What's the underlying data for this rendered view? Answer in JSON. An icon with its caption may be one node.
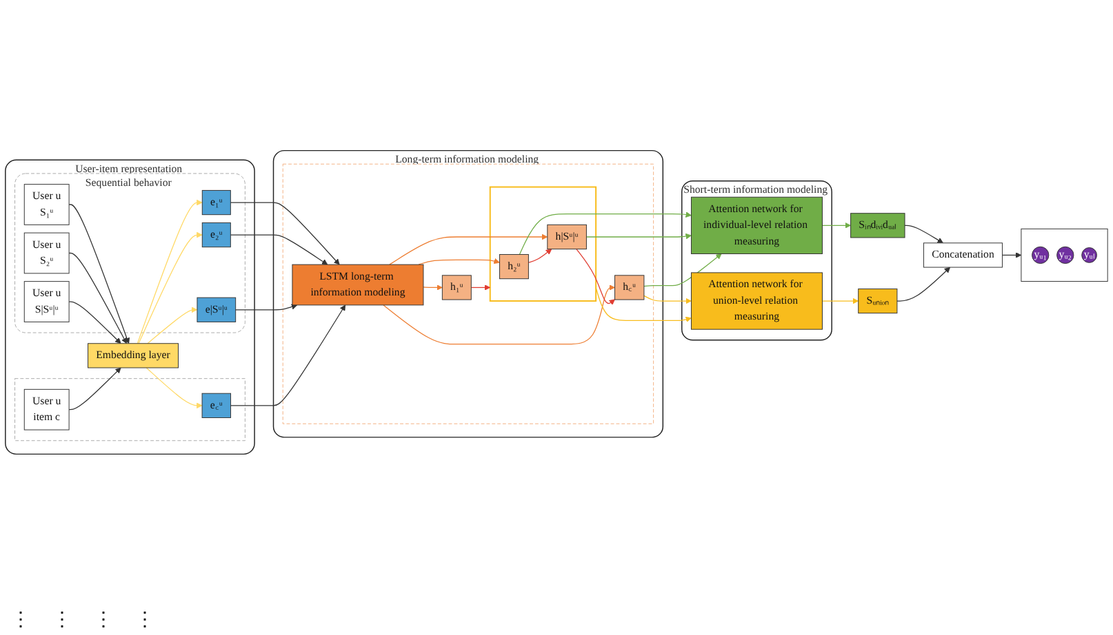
{
  "diagram": {
    "nodes": [
      {
        "text": [
          "User-item representation"
        ]
      },
      {
        "text": [
          "Sequential behavior"
        ],
        "in": 0
      },
      {
        "text": [
          "User u",
          "S₁ᵘ"
        ],
        "in": 1
      },
      {
        "text": [
          "User u",
          "S₂ᵘ"
        ],
        "in": 1
      },
      {
        "text": [
          "User u",
          "S|Sᵘ|ᵘ"
        ],
        "in": 1
      },
      {
        "text": [
          "Embedding layer"
        ],
        "in": 0
      },
      {
        "text": [
          "e₁ᵘ"
        ],
        "in": 1
      },
      {
        "text": [
          "e₂ᵘ"
        ],
        "in": 1
      },
      {
        "text": [
          "e|Sᵘ|ᵘ"
        ],
        "in": 1
      },
      {
        "text": [],
        "shape": "box",
        "in": 0
      },
      {
        "text": [
          "User u",
          "item c"
        ],
        "in": 9
      },
      {
        "text": [
          "e꜀ᵘ"
        ],
        "in": 9
      },
      {
        "text": [
          "Long-term information modeling"
        ]
      },
      {
        "text": [],
        "shape": "box",
        "in": 12
      },
      {
        "text": [
          "LSTM long-term information modeling"
        ],
        "in": 13
      },
      {
        "text": [
          "h₁ᵘ"
        ],
        "in": 13
      },
      {
        "text": [],
        "shape": "box",
        "in": 13
      },
      {
        "text": [
          "h₂ᵘ"
        ],
        "in": 16
      },
      {
        "text": [
          "h|Sᵘ|ᵘ"
        ],
        "in": 16
      },
      {
        "text": [
          "h꜀ᵘ"
        ],
        "in": 13
      },
      {
        "text": [
          "Short-term information modeling"
        ]
      },
      {
        "text": [
          "Attention network for individual-level relation measuring"
        ],
        "in": 20
      },
      {
        "text": [
          "Attention network for union-level relation measuring"
        ],
        "in": 20
      },
      {
        "text": [
          "Sᵢₙdᵢᵥᵢdᵤₐₗ"
        ]
      },
      {
        "text": [
          "Sᵤₙᵢₒₙ"
        ]
      },
      {
        "text": [
          "Concatenation"
        ]
      },
      {
        "text": [],
        "shape": "box"
      },
      {
        "text": [
          "yᵤ₁"
        ],
        "in": 26
      },
      {
        "text": [
          "yᵤ₂"
        ],
        "in": 26
      },
      {
        "text": [
          "yᵤₗ"
        ],
        "in": 26
      }
    ],
    "edges": [
      {
        "from": 2,
        "to": 5,
        "arrow": "to"
      },
      {
        "from": 3,
        "to": 5,
        "arrow": "to"
      },
      {
        "from": 4,
        "to": 5,
        "arrow": "to"
      },
      {
        "from": 10,
        "to": 5,
        "arrow": "to"
      },
      {
        "from": 5,
        "to": 6,
        "arrow": "to",
        "color": "#ffd966"
      },
      {
        "from": 5,
        "to": 7,
        "arrow": "to",
        "color": "#ffd966"
      },
      {
        "from": 5,
        "to": 8,
        "arrow": "to",
        "color": "#ffd966"
      },
      {
        "from": 5,
        "to": 11,
        "arrow": "to",
        "color": "#ffd966"
      },
      {
        "from": 6,
        "to": 14,
        "arrow": "to"
      },
      {
        "from": 7,
        "to": 14,
        "arrow": "to"
      },
      {
        "from": 8,
        "to": 14,
        "arrow": "to"
      },
      {
        "from": 11,
        "to": 14,
        "arrow": "to"
      },
      {
        "from": 14,
        "to": 15,
        "arrow": "to",
        "color": "#ed7d31"
      },
      {
        "from": 14,
        "to": 17,
        "arrow": "to",
        "color": "#ed7d31"
      },
      {
        "from": 14,
        "to": 18,
        "arrow": "to",
        "color": "#ed7d31"
      },
      {
        "from": 14,
        "to": 19,
        "arrow": "to",
        "color": "#ed7d31"
      },
      {
        "from": 15,
        "to": 16,
        "arrow": "to",
        "color": "#e03c31"
      },
      {
        "from": 17,
        "to": 18,
        "arrow": "to",
        "color": "#e03c31"
      },
      {
        "from": 18,
        "to": 19,
        "arrow": "to",
        "color": "#e03c31"
      },
      {
        "from": 17,
        "to": 21,
        "arrow": "to",
        "color": "#70ad47"
      },
      {
        "from": 18,
        "to": 21,
        "arrow": "to",
        "color": "#70ad47"
      },
      {
        "from": 19,
        "to": 21,
        "arrow": "to",
        "color": "#70ad47"
      },
      {
        "from": 16,
        "to": 22,
        "arrow": "to",
        "color": "#f8bc1c"
      },
      {
        "from": 19,
        "to": 22,
        "arrow": "to",
        "color": "#f8bc1c"
      },
      {
        "from": 21,
        "to": 23,
        "arrow": "to",
        "color": "#70ad47"
      },
      {
        "from": 22,
        "to": 24,
        "arrow": "to",
        "color": "#f8bc1c"
      },
      {
        "from": 23,
        "to": 25,
        "arrow": "to"
      },
      {
        "from": 24,
        "to": 25,
        "arrow": "to"
      },
      {
        "from": 25,
        "to": 26,
        "arrow": "to"
      }
    ],
    "labels": [
      "⋮",
      "⋮",
      "⋮",
      "⋮"
    ]
  }
}
